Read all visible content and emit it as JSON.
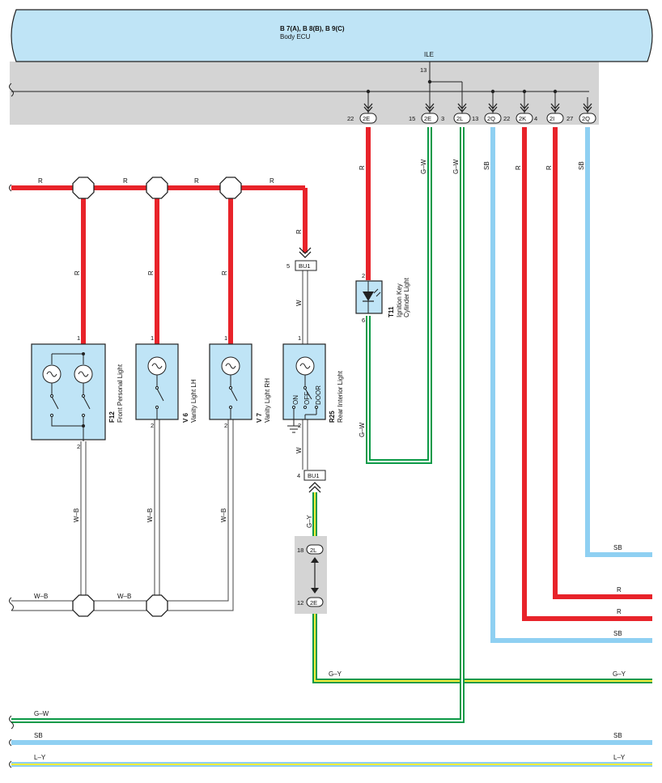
{
  "ecu": {
    "title": "B 7(A), B 8(B), B 9(C)",
    "name": "Body ECU",
    "signal": "ILE",
    "pin_ile": "13"
  },
  "ecu_pins": [
    {
      "num": "22",
      "conn": "2E",
      "wire": "R"
    },
    {
      "num": "15",
      "conn": "2E",
      "wire": "G–W"
    },
    {
      "num": "3",
      "conn": "2L",
      "wire": "G–W"
    },
    {
      "num": "13",
      "conn": "2Q",
      "wire": "SB"
    },
    {
      "num": "22",
      "conn": "2K",
      "wire": "R"
    },
    {
      "num": "4",
      "conn": "2I",
      "wire": "R"
    },
    {
      "num": "27",
      "conn": "2Q",
      "wire": "SB"
    }
  ],
  "colors": {
    "R": "#e8232a",
    "G": "#0f9a48",
    "W": "#ffffff",
    "SB": "#8fd0f2",
    "Y": "#f5ee3a",
    "B": "#1a1a1a",
    "component": "#bfe4f6",
    "ecu_box": "#bfe4f6",
    "gray_band": "#d4d4d4"
  },
  "wires": {
    "top_r": "R",
    "r_drop": "R",
    "w_b": "W–B",
    "w": "W",
    "g_y": "G–Y",
    "g_w": "G–W",
    "sb": "SB",
    "l_y": "L–Y"
  },
  "components": {
    "f12": {
      "code": "F12",
      "name": "Front Personal Light",
      "pin_top": "1",
      "pin_bottom": "2"
    },
    "v6": {
      "code": "V 6",
      "name": "Vanity Light LH",
      "pin_top": "1",
      "pin_bottom": "2"
    },
    "v7": {
      "code": "V 7",
      "name": "Vanity Light RH",
      "pin_top": "1",
      "pin_bottom": "2"
    },
    "r25": {
      "code": "R25",
      "name": "Rear Interior Light",
      "pin_top": "1",
      "pin_bottom": "2",
      "sw_on": "ON",
      "sw_off": "OFF",
      "sw_door": "DOOR"
    },
    "t11": {
      "code": "T11",
      "name1": "Ignition Key",
      "name2": "Cylinder Light",
      "pin_top": "2",
      "pin_bottom": "6"
    }
  },
  "connectors": {
    "bu1_top": {
      "label": "BU1",
      "pin": "5"
    },
    "bu1_bottom": {
      "label": "BU1",
      "pin": "4"
    },
    "junction_2l": {
      "label": "2L",
      "pin": "18"
    },
    "junction_2e": {
      "label": "2E",
      "pin": "12"
    }
  }
}
